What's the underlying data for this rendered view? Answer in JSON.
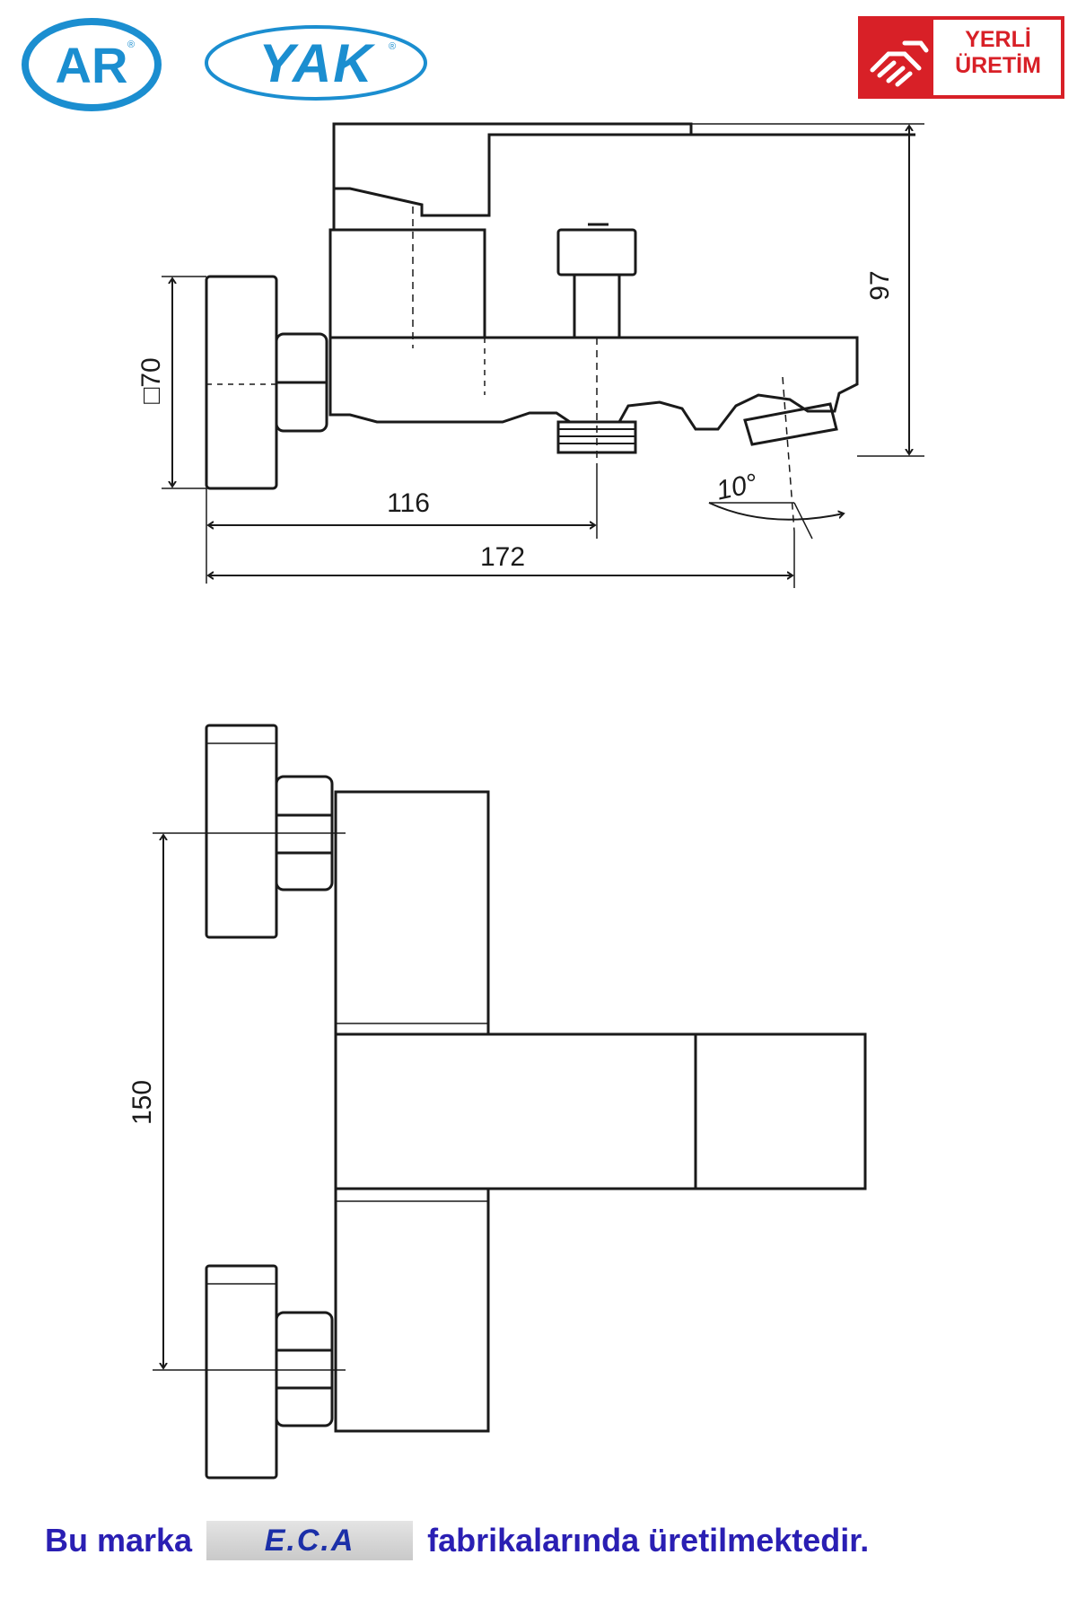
{
  "header": {
    "brand_ar": "AR",
    "brand_yak": "YAK",
    "registered_mark": "®",
    "badge_line1": "YERLİ",
    "badge_line2": "ÜRETİM",
    "colors": {
      "brand_blue": "#1b8ed0",
      "badge_red": "#d82027",
      "footer_blue": "#2a1fb3"
    }
  },
  "side_view": {
    "dim_square": "□70",
    "dim_height": "97",
    "dim_depth_spout": "116",
    "dim_total_depth": "172",
    "dim_angle": "10°"
  },
  "front_view": {
    "dim_center_distance": "150"
  },
  "footer": {
    "prefix": "Bu marka",
    "eca_logo": "E.C.A",
    "suffix": "fabrikalarında üretilmektedir."
  }
}
